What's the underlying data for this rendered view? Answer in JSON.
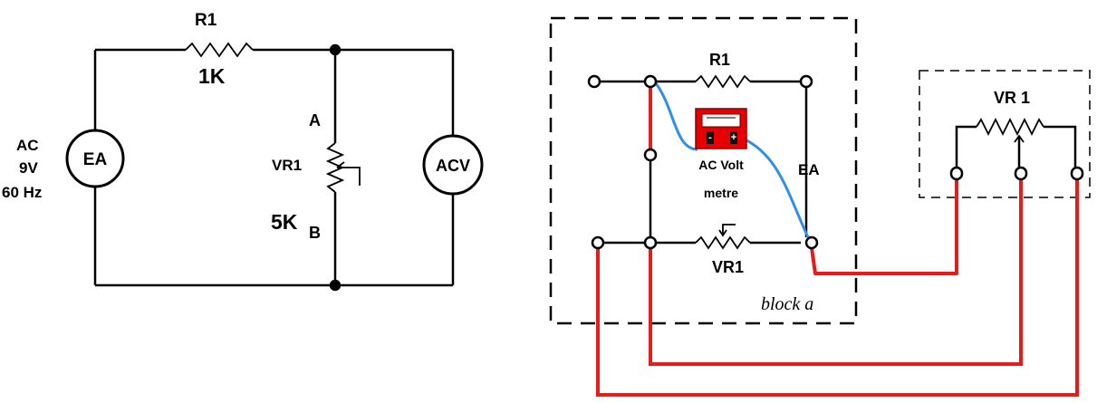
{
  "schematic": {
    "r1_name": "R1",
    "r1_value": "1K",
    "source_line1": "AC",
    "source_line2": "9V",
    "source_line3": "60 Hz",
    "source_symbol": "EA",
    "node_a": "A",
    "node_b": "B",
    "vr1_name": "VR1",
    "vr1_value": "5K",
    "meter_symbol": "ACV"
  },
  "wiring": {
    "r1_label": "R1",
    "voltmeter_line1": "AC Volt",
    "voltmeter_line2": "metre",
    "voltmeter_minus": "-",
    "voltmeter_plus": "+",
    "ea_label": "EA",
    "vr1_label": "VR1",
    "block_label": "block a",
    "external_vr_label": "VR 1"
  },
  "colors": {
    "wire": "#000000",
    "lead_red": "#e81a1a",
    "lead_blue": "#2f8fe8",
    "meter_body": "#e60000"
  }
}
